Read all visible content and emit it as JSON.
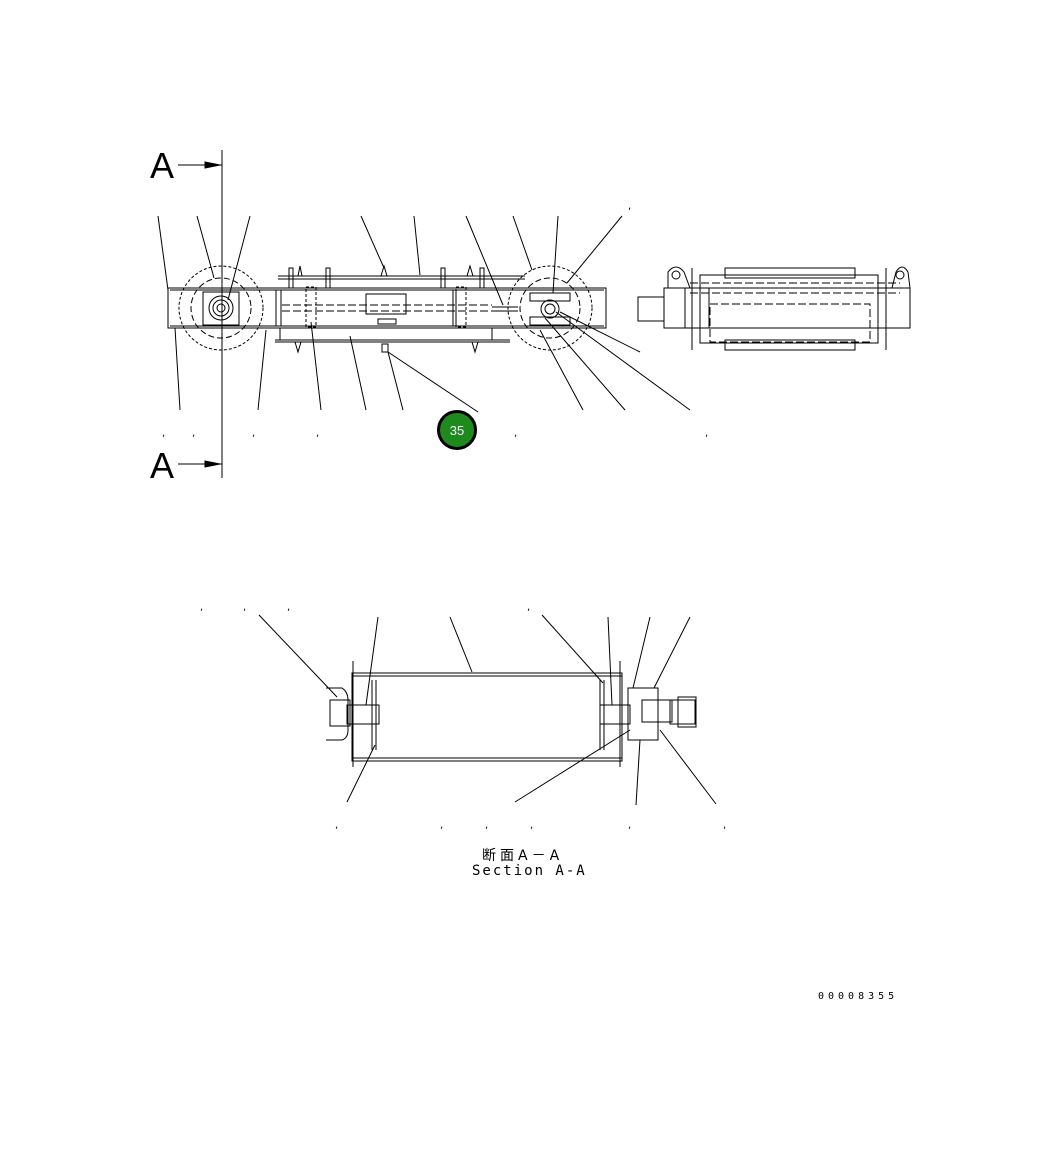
{
  "section_markers": {
    "top_letter": "A",
    "bottom_letter": "A"
  },
  "callout": {
    "number": "35",
    "color": "#1e8a1e"
  },
  "section_title": {
    "japanese": "断面A－A",
    "english": "Section A-A"
  },
  "drawing_number": "00008355",
  "label_separators": ",",
  "colors": {
    "line": "#000000",
    "background": "#ffffff",
    "callout_fill": "#1e8a1e"
  }
}
